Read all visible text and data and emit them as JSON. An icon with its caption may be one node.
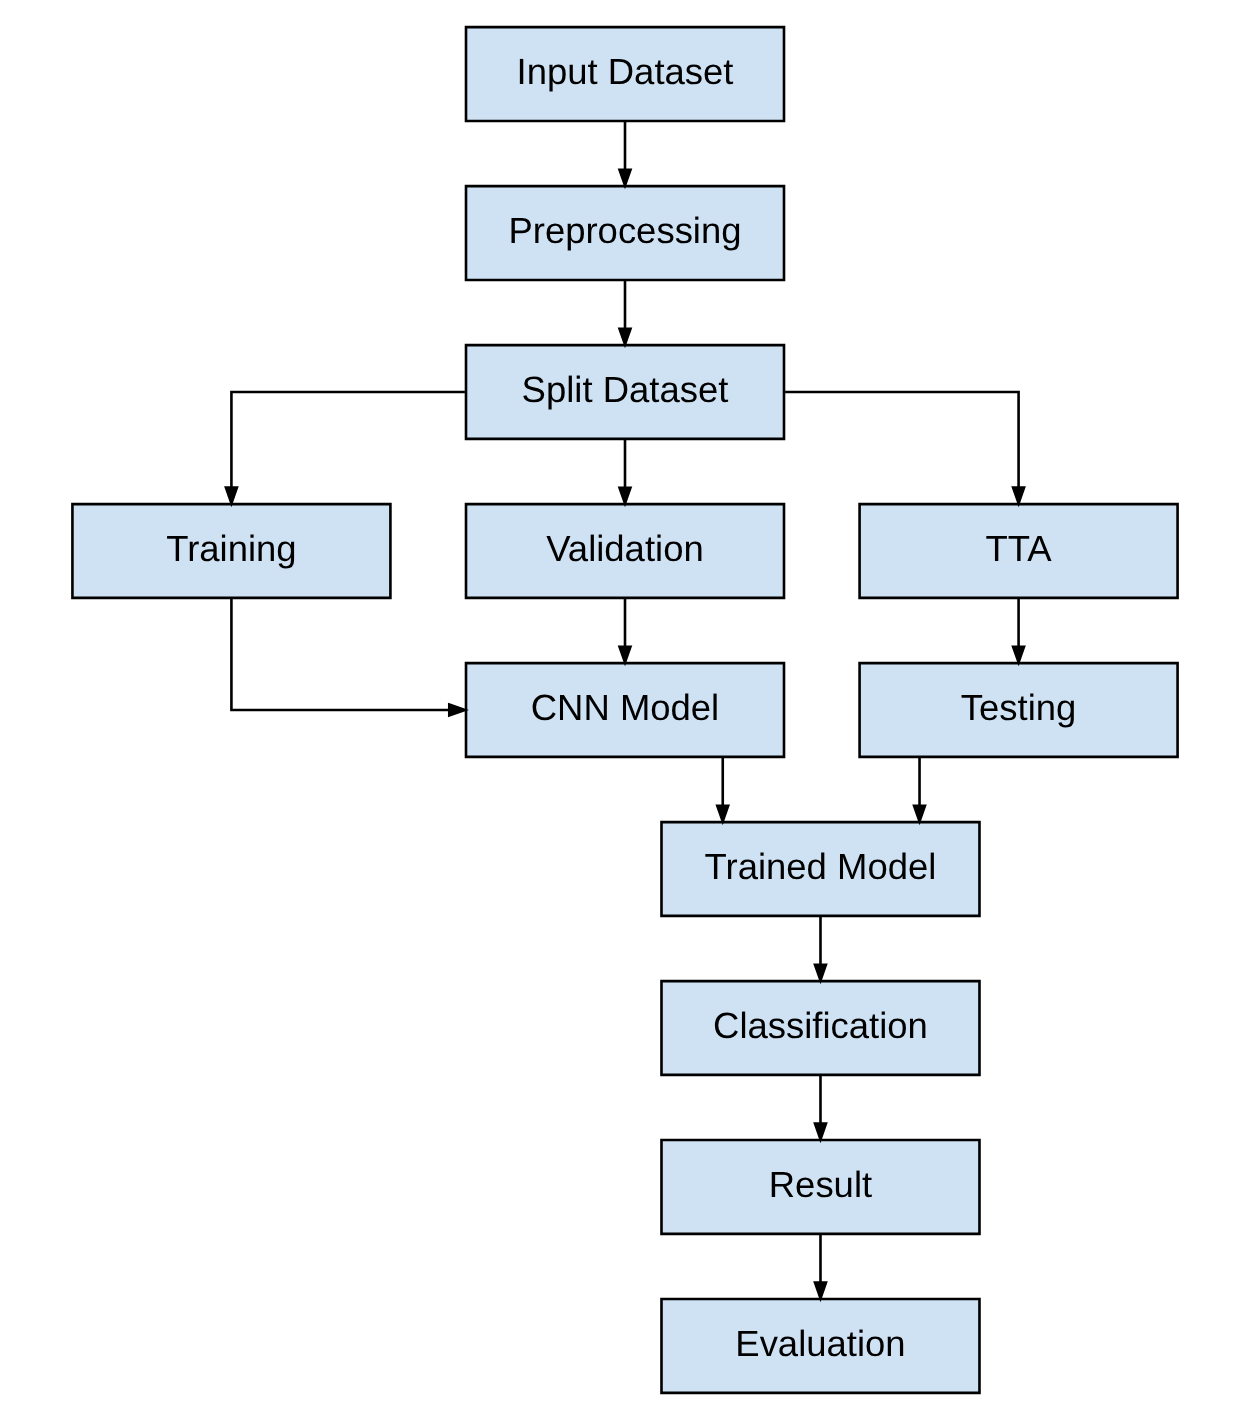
{
  "diagram": {
    "nodes": [
      {
        "text": [
          "Input Dataset"
        ]
      },
      {
        "text": [
          "Preprocessing"
        ]
      },
      {
        "text": [
          "Split Dataset"
        ]
      },
      {
        "text": [
          "Training"
        ]
      },
      {
        "text": [
          "Validation"
        ]
      },
      {
        "text": [
          "TTA"
        ]
      },
      {
        "text": [
          "CNN Model"
        ]
      },
      {
        "text": [
          "Testing"
        ]
      },
      {
        "text": [
          "Trained Model"
        ]
      },
      {
        "text": [
          "Classification"
        ]
      },
      {
        "text": [
          "Result"
        ]
      },
      {
        "text": [
          "Evaluation"
        ]
      }
    ],
    "edges": [
      {
        "from": 0,
        "to": 1,
        "arrow": "to"
      },
      {
        "from": 1,
        "to": 2,
        "arrow": "to"
      },
      {
        "from": 2,
        "to": 3,
        "arrow": "to"
      },
      {
        "from": 2,
        "to": 4,
        "arrow": "to"
      },
      {
        "from": 2,
        "to": 5,
        "arrow": "to"
      },
      {
        "from": 3,
        "to": 6,
        "arrow": "to"
      },
      {
        "from": 4,
        "to": 6,
        "arrow": "to"
      },
      {
        "from": 5,
        "to": 7,
        "arrow": "to"
      },
      {
        "from": 6,
        "to": 8,
        "arrow": "to"
      },
      {
        "from": 7,
        "to": 8,
        "arrow": "to"
      },
      {
        "from": 8,
        "to": 9,
        "arrow": "to"
      },
      {
        "from": 9,
        "to": 10,
        "arrow": "to"
      },
      {
        "from": 10,
        "to": 11,
        "arrow": "to"
      }
    ]
  }
}
